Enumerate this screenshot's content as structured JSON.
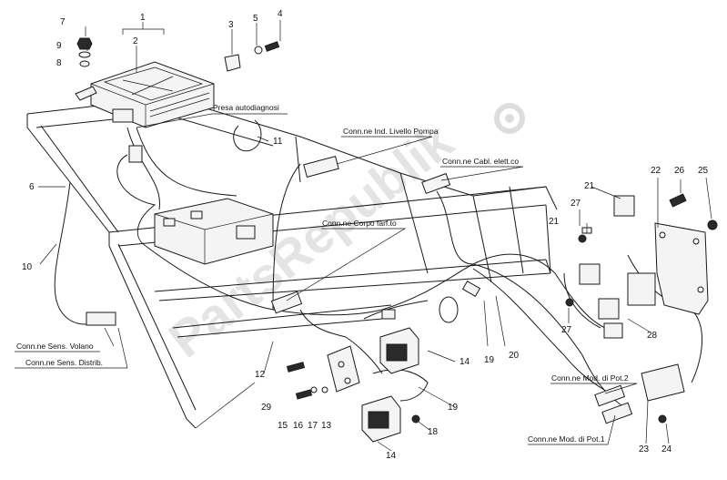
{
  "diagram": {
    "watermark": "PartsRepublik",
    "part_numbers": {
      "p1": "1",
      "p2": "2",
      "p3": "3",
      "p4": "4",
      "p5": "5",
      "p6": "6",
      "p7": "7",
      "p8": "9",
      "p9": "8",
      "p10": "10",
      "p11": "11",
      "p12": "12",
      "p13": "13",
      "p14a": "14",
      "p14b": "14",
      "p15": "15",
      "p16": "16",
      "p17": "17",
      "p18": "18",
      "p19a": "19",
      "p19b": "19",
      "p20": "20",
      "p21a": "21",
      "p21b": "21",
      "p22": "22",
      "p23": "23",
      "p24": "24",
      "p25": "25",
      "p26": "26",
      "p27a": "27",
      "p27b": "27",
      "p28": "28",
      "p29": "29"
    },
    "callouts": {
      "presa": "Presa autodiagnosi",
      "livello_pompa": "Conn.ne Ind. Livello Pompa",
      "cabl_elett": "Conn.ne Cabl. elett.co",
      "corpo_farf": "Conn.ne Corpo farf.to",
      "sens_volano": "Conn.ne Sens. Volano",
      "sens_distrib": "Conn.ne Sens. Distrib.",
      "mod_pot2": "Conn.ne Mod. di Pot.2",
      "mod_pot1": "Conn.ne Mod. di Pot.1"
    }
  }
}
